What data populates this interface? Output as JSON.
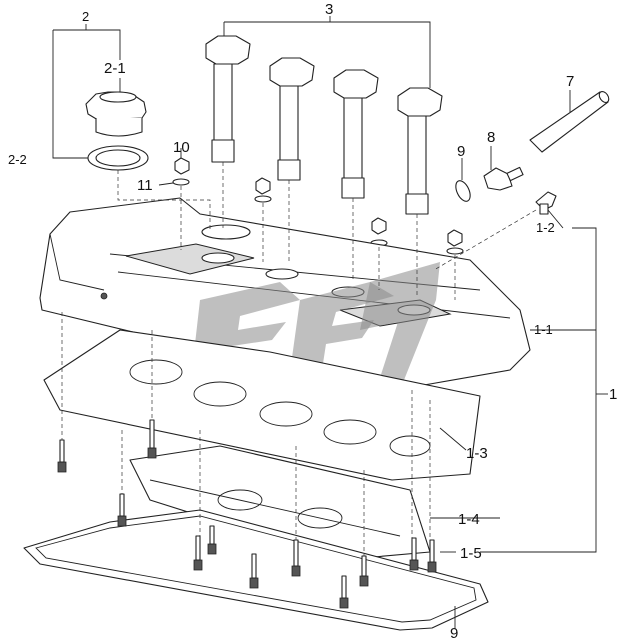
{
  "callouts": {
    "c1": "1",
    "c1_1": "1-1",
    "c1_2": "1-2",
    "c1_3": "1-3",
    "c1_4": "1-4",
    "c1_5": "1-5",
    "c2": "2",
    "c2_1": "2-1",
    "c2_2": "2-2",
    "c3": "3",
    "c7": "7",
    "c8": "8",
    "c9_top": "9",
    "c9_bottom": "9",
    "c10": "10",
    "c11": "11"
  }
}
